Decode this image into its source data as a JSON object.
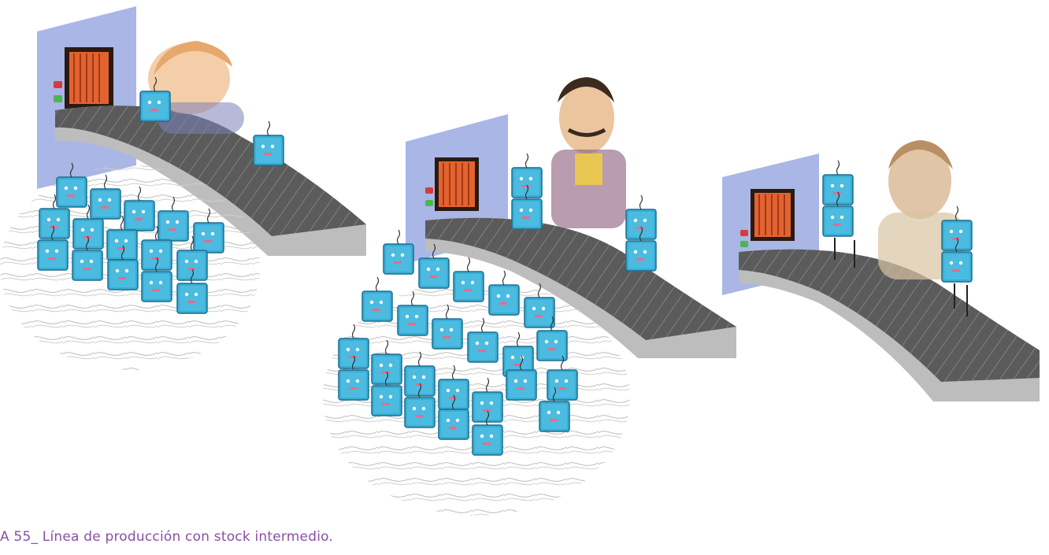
{
  "caption": "A 55_ Línea de producción con stock intermedio.",
  "colors": {
    "caption": "#8a4fa6",
    "belt": "#5b5b5b",
    "belt_edge": "#bdbdbd",
    "wall": "#a9b6e6",
    "oven": "#e2632f",
    "cube": "#3aaed6",
    "scribble": "#b8b8b8"
  },
  "stations": [
    {
      "name": "station-1",
      "cubes_in_stock": 15
    },
    {
      "name": "station-2",
      "cubes_in_stock": 24
    },
    {
      "name": "station-3",
      "cubes_in_stock": 0
    }
  ],
  "icons": [
    "oven-door-icon",
    "red-light-icon",
    "green-light-icon",
    "robot-cube-icon",
    "conveyor-belt-icon",
    "worker-figure-icon",
    "scribble-pile-icon"
  ]
}
